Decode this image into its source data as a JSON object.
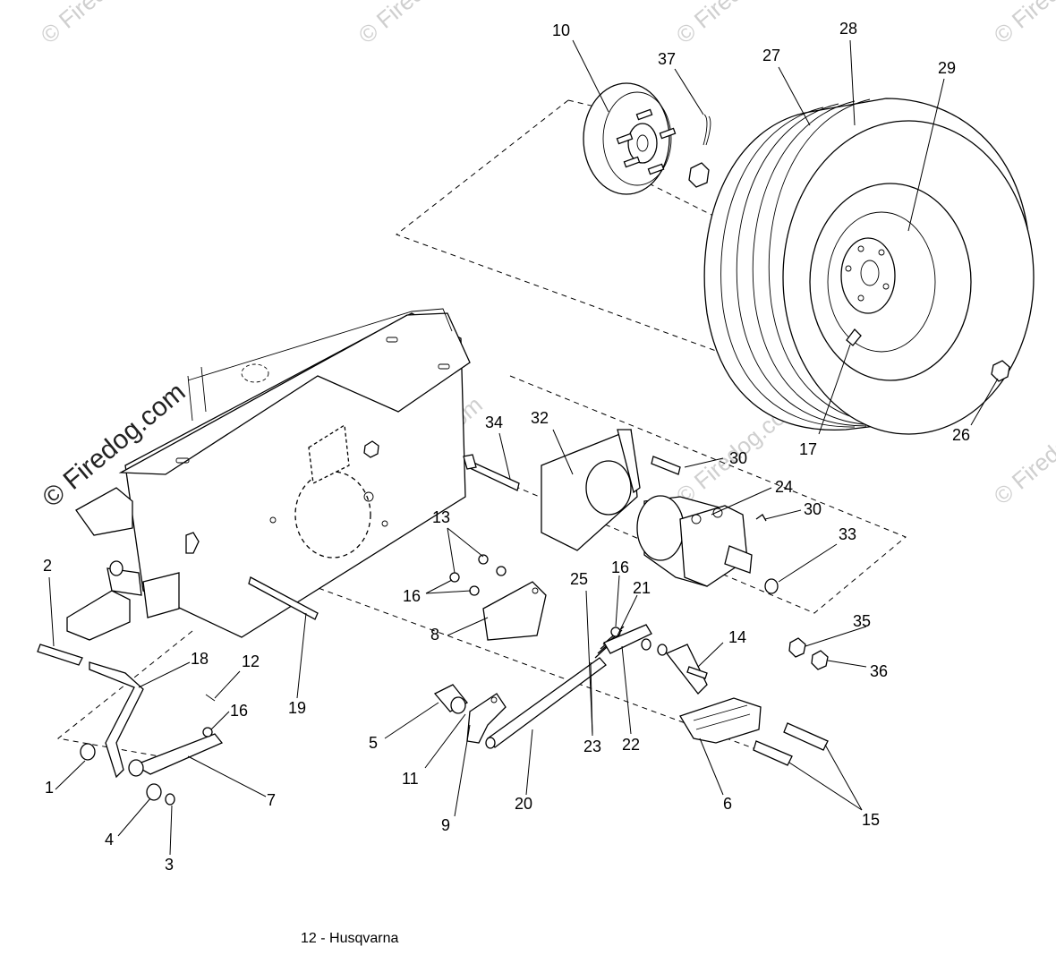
{
  "watermark": {
    "main_text": "© Firedog.com",
    "repeat_text": "© Firedog.com"
  },
  "footer": {
    "caption": "12 - Husqvarna"
  },
  "callouts": {
    "c1": "1",
    "c2": "2",
    "c3": "3",
    "c4": "4",
    "c5": "5",
    "c6": "6",
    "c7": "7",
    "c8": "8",
    "c9": "9",
    "c10": "10",
    "c11": "11",
    "c12": "12",
    "c13": "13",
    "c14": "14",
    "c15": "15",
    "c16a": "16",
    "c16b": "16",
    "c16c": "16",
    "c17": "17",
    "c18": "18",
    "c19": "19",
    "c20": "20",
    "c21": "21",
    "c22": "22",
    "c23": "23",
    "c24": "24",
    "c25": "25",
    "c26": "26",
    "c27": "27",
    "c28": "28",
    "c29": "29",
    "c30a": "30",
    "c30b": "30",
    "c32": "32",
    "c33": "33",
    "c34": "34",
    "c35": "35",
    "c36": "36",
    "c37": "37"
  }
}
